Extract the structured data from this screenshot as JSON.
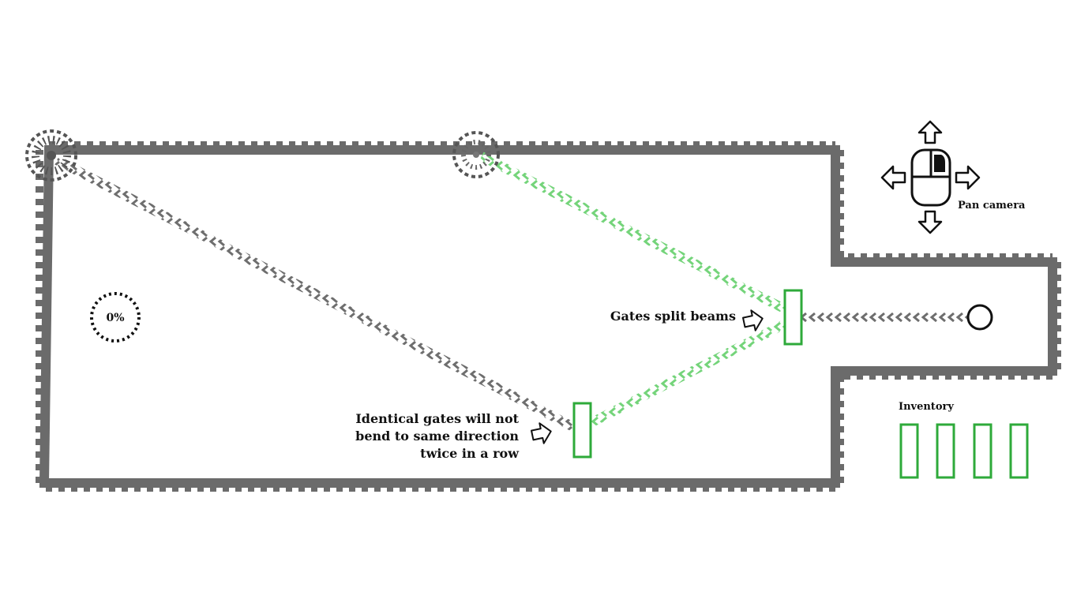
{
  "progress": {
    "label": "0%",
    "value": 0
  },
  "hints": {
    "split": "Gates split beams",
    "identical_line1": "Identical gates will not",
    "identical_line2": "bend to same direction",
    "identical_line3": "twice in a row"
  },
  "camera_hint": {
    "label": "Pan camera",
    "icon": "mouse-icon"
  },
  "inventory": {
    "title": "Inventory",
    "slot_count": 4
  },
  "colors": {
    "wall": "#6b6b6b",
    "beam_inactive": "#6e6e6e",
    "beam_active": "#74d47a",
    "gate": "#2eaa3a",
    "receiver": "#555555",
    "text": "#111111"
  }
}
